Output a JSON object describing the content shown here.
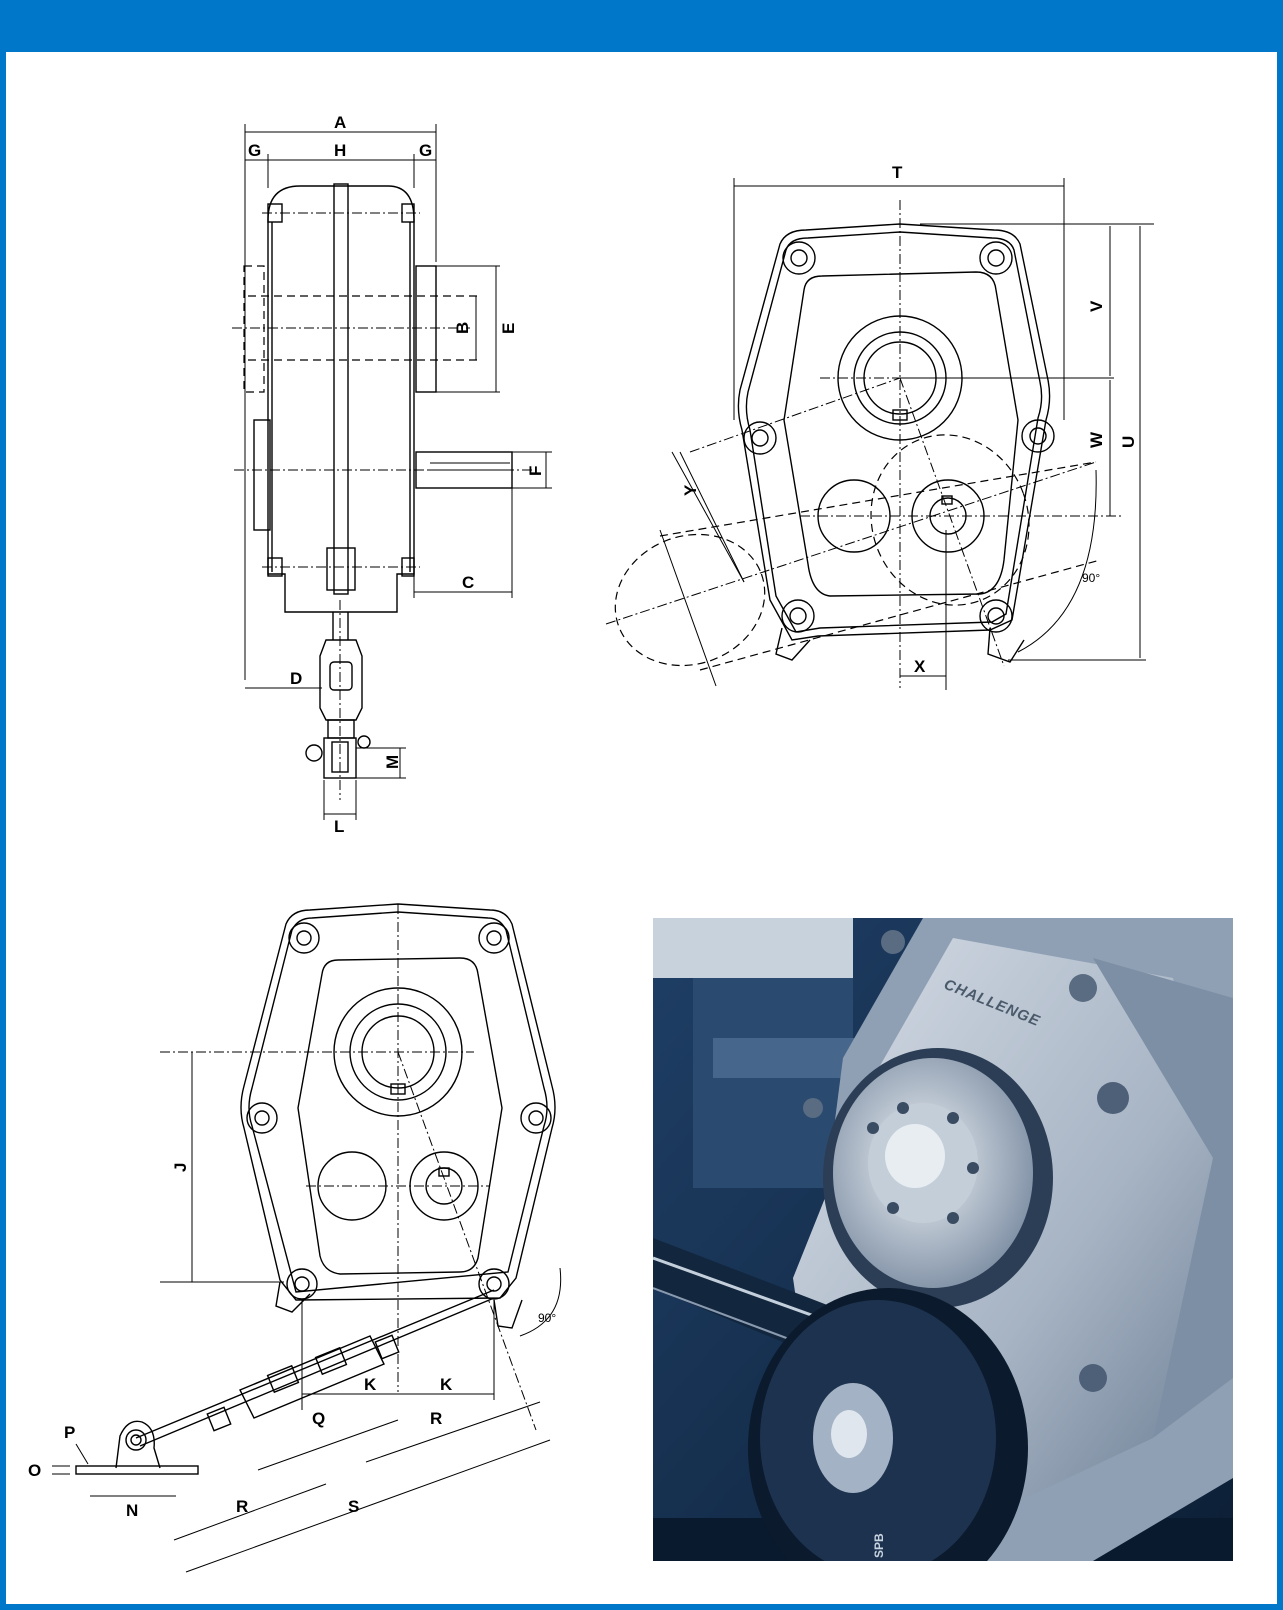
{
  "page": {
    "accent_color": "#0077c8"
  },
  "side_view": {
    "labels": {
      "A": "A",
      "G_left": "G",
      "H": "H",
      "G_right": "G",
      "B": "B",
      "E": "E",
      "F": "F",
      "C": "C",
      "D": "D",
      "M": "M",
      "L": "L"
    }
  },
  "front_view": {
    "labels": {
      "T": "T",
      "V": "V",
      "U": "U",
      "W": "W",
      "Y": "Y",
      "X": "X",
      "angle": "90°"
    }
  },
  "mount_view": {
    "labels": {
      "J": "J",
      "K1": "K",
      "K2": "K",
      "Q": "Q",
      "R1": "R",
      "R2": "R",
      "S": "S",
      "P": "P",
      "O": "O",
      "N": "N",
      "angle": "90°"
    }
  },
  "photo": {
    "emboss_text": "CHALLENGE",
    "pulley_text": "SPB"
  }
}
